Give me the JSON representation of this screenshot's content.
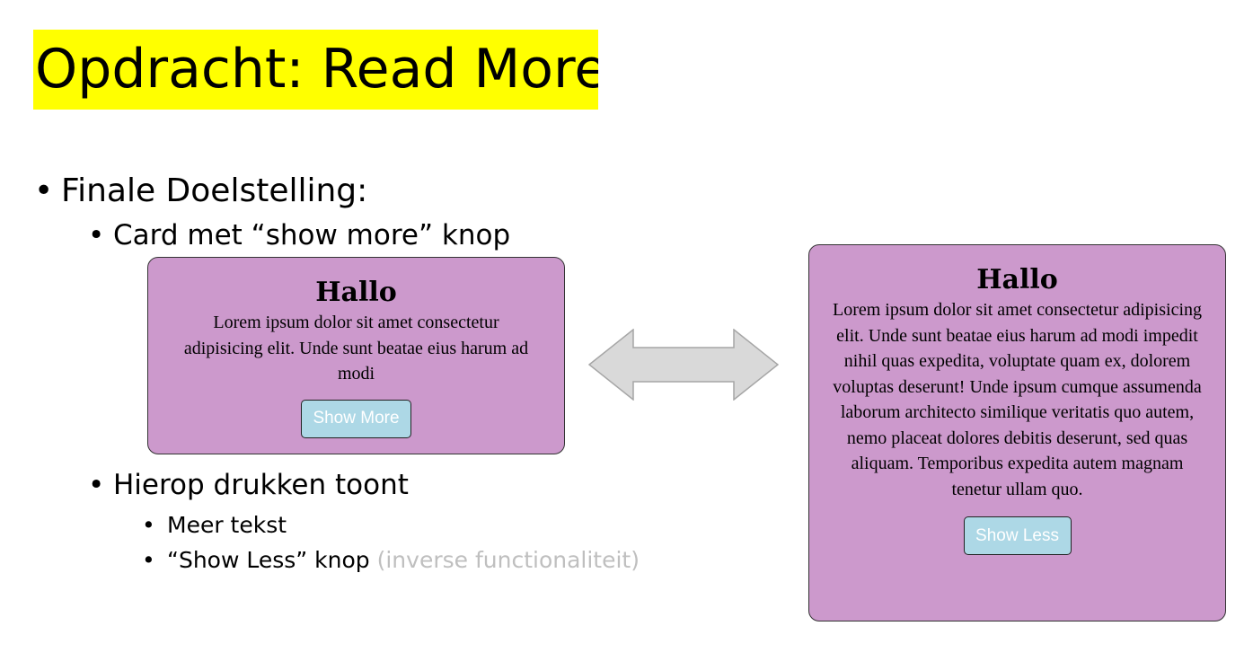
{
  "slide": {
    "title": "Opdracht: Read More",
    "bullets": {
      "level1": "Finale Doelstelling:",
      "card_bullet": "Card met “show more” knop",
      "press_bullet": "Hierop drukken toont",
      "more_text": "Meer tekst",
      "show_less_text": "“Show Less” knop ",
      "show_less_note": "(inverse functionaliteit)"
    },
    "bullet_glyph": "•"
  },
  "card_collapsed": {
    "title": "Hallo",
    "text": "Lorem ipsum dolor sit amet consectetur adipisicing elit. Unde sunt beatae eius harum ad modi",
    "button_label": "Show More"
  },
  "card_expanded": {
    "title": "Hallo",
    "text": "Lorem ipsum dolor sit amet consectetur adipisicing elit. Unde sunt beatae eius harum ad modi impedit nihil quas expedita, voluptate quam ex, dolorem voluptas deserunt! Unde ipsum cumque assumenda laborum architecto similique veritatis quo autem, nemo placeat dolores debitis deserunt, sed quas aliquam. Temporibus expedita autem magnam tenetur ullam quo.",
    "button_label": "Show Less"
  },
  "colors": {
    "title_highlight": "#ffff00",
    "card_background": "#cc99cc",
    "button_background": "#add8e6",
    "muted_text": "#bfbfbf",
    "arrow_fill": "#d9d9d9"
  },
  "icons": {
    "arrow": "double-headed-arrow-icon"
  }
}
